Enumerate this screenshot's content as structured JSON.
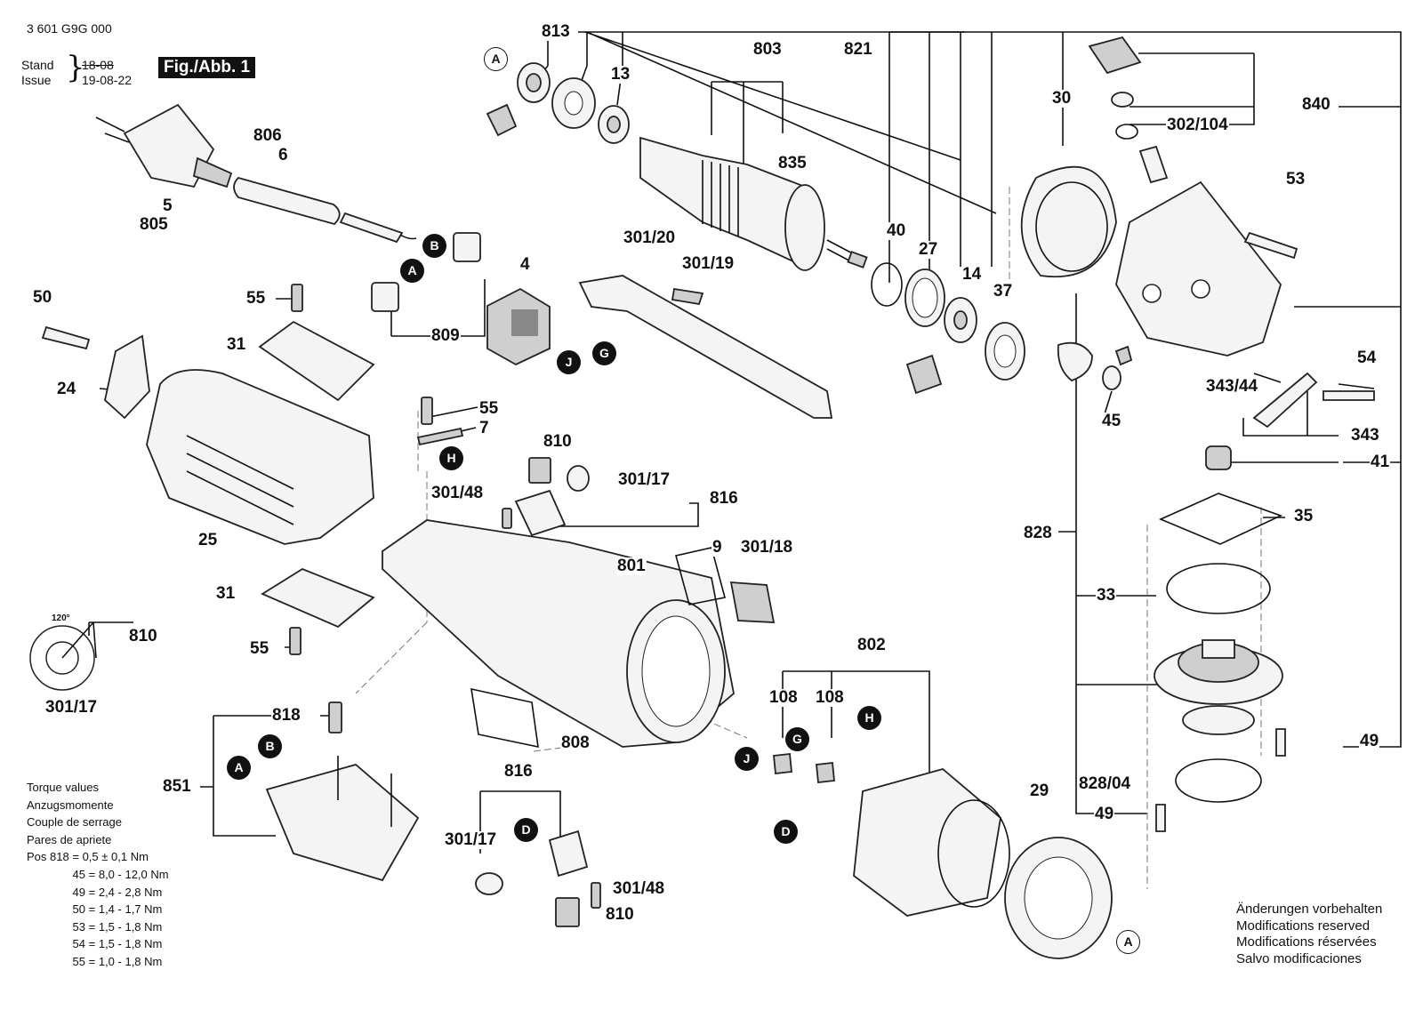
{
  "header": {
    "doc_number": "3 601 G9G 000",
    "stand_label": "Stand",
    "issue_label": "Issue",
    "old_date": "18-08",
    "date": "19-08-22",
    "figure_label": "Fig./Abb. 1"
  },
  "callouts": [
    {
      "id": "c813",
      "label": "813"
    },
    {
      "id": "c13",
      "label": "13"
    },
    {
      "id": "c803",
      "label": "803"
    },
    {
      "id": "c835",
      "label": "835"
    },
    {
      "id": "c821",
      "label": "821"
    },
    {
      "id": "c30",
      "label": "30"
    },
    {
      "id": "c840",
      "label": "840"
    },
    {
      "id": "c302",
      "label": "302/104"
    },
    {
      "id": "c53",
      "label": "53"
    },
    {
      "id": "c806",
      "label": "806"
    },
    {
      "id": "c6",
      "label": "6"
    },
    {
      "id": "c5",
      "label": "5"
    },
    {
      "id": "c805",
      "label": "805"
    },
    {
      "id": "c40",
      "label": "40"
    },
    {
      "id": "c27",
      "label": "27"
    },
    {
      "id": "c14",
      "label": "14"
    },
    {
      "id": "c37",
      "label": "37"
    },
    {
      "id": "c301_20",
      "label": "301/20"
    },
    {
      "id": "c301_19",
      "label": "301/19"
    },
    {
      "id": "c4",
      "label": "4"
    },
    {
      "id": "c809",
      "label": "809"
    },
    {
      "id": "c50",
      "label": "50"
    },
    {
      "id": "c55a",
      "label": "55"
    },
    {
      "id": "c31a",
      "label": "31"
    },
    {
      "id": "c24",
      "label": "24"
    },
    {
      "id": "c25",
      "label": "25"
    },
    {
      "id": "c54",
      "label": "54"
    },
    {
      "id": "c343_44",
      "label": "343/44"
    },
    {
      "id": "c45",
      "label": "45"
    },
    {
      "id": "c343",
      "label": "343"
    },
    {
      "id": "c41",
      "label": "41"
    },
    {
      "id": "c55b",
      "label": "55"
    },
    {
      "id": "c7",
      "label": "7"
    },
    {
      "id": "c810a",
      "label": "810"
    },
    {
      "id": "c301_17a",
      "label": "301/17"
    },
    {
      "id": "c816a",
      "label": "816"
    },
    {
      "id": "c301_48a",
      "label": "301/48"
    },
    {
      "id": "c9",
      "label": "9"
    },
    {
      "id": "c301_18",
      "label": "301/18"
    },
    {
      "id": "c801",
      "label": "801"
    },
    {
      "id": "c828",
      "label": "828"
    },
    {
      "id": "c35",
      "label": "35"
    },
    {
      "id": "c33",
      "label": "33"
    },
    {
      "id": "c31b",
      "label": "31"
    },
    {
      "id": "c55c",
      "label": "55"
    },
    {
      "id": "c810b",
      "label": "810"
    },
    {
      "id": "c301_17b",
      "label": "301/17"
    },
    {
      "id": "c802",
      "label": "802"
    },
    {
      "id": "c108a",
      "label": "108"
    },
    {
      "id": "c108b",
      "label": "108"
    },
    {
      "id": "c818",
      "label": "818"
    },
    {
      "id": "c808",
      "label": "808"
    },
    {
      "id": "c851",
      "label": "851"
    },
    {
      "id": "c49a",
      "label": "49"
    },
    {
      "id": "c828_04",
      "label": "828/04"
    },
    {
      "id": "c49b",
      "label": "49"
    },
    {
      "id": "c816b",
      "label": "816"
    },
    {
      "id": "c29",
      "label": "29"
    },
    {
      "id": "c301_17c",
      "label": "301/17"
    },
    {
      "id": "c301_48b",
      "label": "301/48"
    },
    {
      "id": "c810c",
      "label": "810"
    }
  ],
  "angle_label": "120°",
  "connector_badges": [
    {
      "id": "bA1",
      "letter": "A",
      "style": "outline"
    },
    {
      "id": "bB1",
      "letter": "B",
      "style": "filled"
    },
    {
      "id": "bA2",
      "letter": "A",
      "style": "filled"
    },
    {
      "id": "bJ1",
      "letter": "J",
      "style": "filled"
    },
    {
      "id": "bG1",
      "letter": "G",
      "style": "filled"
    },
    {
      "id": "bH1",
      "letter": "H",
      "style": "filled"
    },
    {
      "id": "bB2",
      "letter": "B",
      "style": "filled"
    },
    {
      "id": "bA3",
      "letter": "A",
      "style": "filled"
    },
    {
      "id": "bD1",
      "letter": "D",
      "style": "filled"
    },
    {
      "id": "bJ2",
      "letter": "J",
      "style": "filled"
    },
    {
      "id": "bG2",
      "letter": "G",
      "style": "filled"
    },
    {
      "id": "bH2",
      "letter": "H",
      "style": "filled"
    },
    {
      "id": "bD2",
      "letter": "D",
      "style": "filled"
    },
    {
      "id": "bA4",
      "letter": "A",
      "style": "outline"
    }
  ],
  "torque": {
    "titles": [
      "Torque values",
      "Anzugsmomente",
      "Couple de serrage",
      "Pares de apriete"
    ],
    "prefix": "Pos",
    "eq": "=",
    "rows": [
      {
        "pos": "818",
        "value": "0,5 ± 0,1 Nm"
      },
      {
        "pos": "45",
        "value": "8,0 - 12,0 Nm"
      },
      {
        "pos": "49",
        "value": "2,4 - 2,8 Nm"
      },
      {
        "pos": "50",
        "value": "1,4 - 1,7 Nm"
      },
      {
        "pos": "53",
        "value": "1,5 - 1,8 Nm"
      },
      {
        "pos": "54",
        "value": "1,5 - 1,8 Nm"
      },
      {
        "pos": "55",
        "value": "1,0 - 1,8 Nm"
      }
    ]
  },
  "notes": [
    "Änderungen vorbehalten",
    "Modifications reserved",
    "Modifications réservées",
    "Salvo modificaciones"
  ]
}
